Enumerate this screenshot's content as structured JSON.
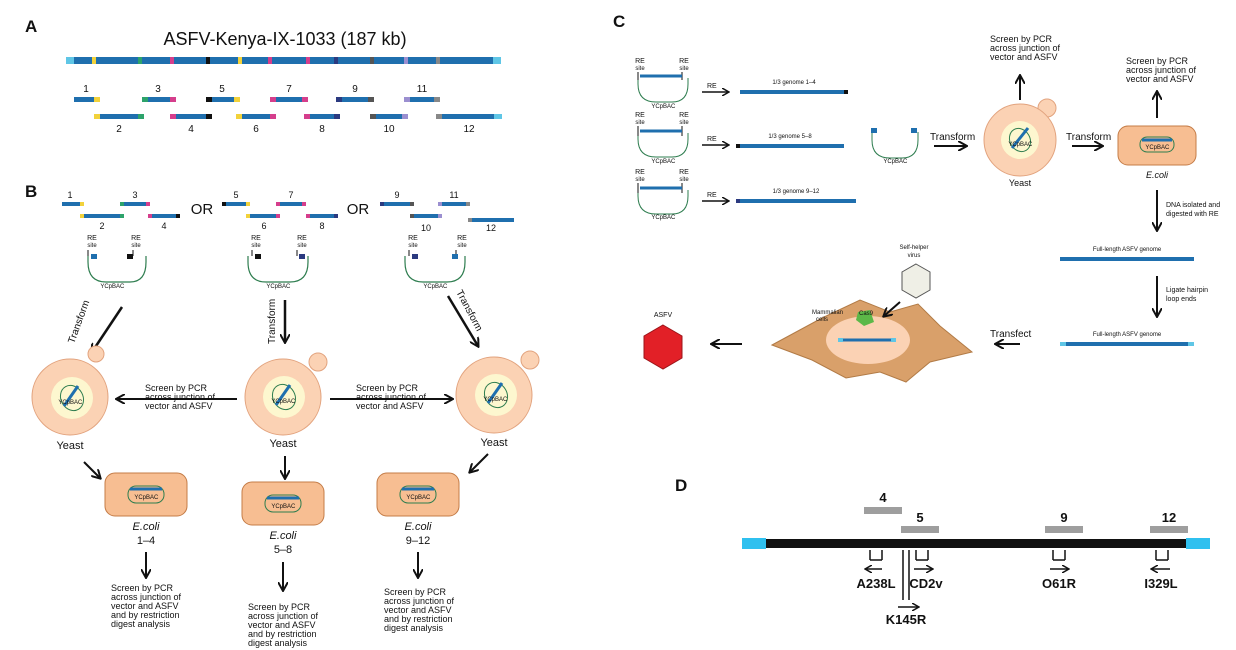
{
  "panels": {
    "A": "A",
    "B": "B",
    "C": "C",
    "D": "D"
  },
  "A": {
    "title": "ASFV-Kenya-IX-1033 (187 kb)",
    "fragments": [
      "1",
      "2",
      "3",
      "4",
      "5",
      "6",
      "7",
      "8",
      "9",
      "10",
      "11",
      "12"
    ]
  },
  "B": {
    "or_label": "OR",
    "vector": "YCp",
    "vector_sub": "BAC",
    "re": "RE",
    "site": "site",
    "transform": "Transform",
    "yeast": "Yeast",
    "ecoli": "E.coli",
    "screen_pcr": [
      "Screen by PCR",
      "across junction of",
      "vector and ASFV"
    ],
    "screen_digest": [
      "Screen by PCR",
      "across junction of",
      "vector and ASFV",
      "and by restriction",
      "digest analysis"
    ],
    "groups": [
      {
        "left_top": "1",
        "mid_top": "3",
        "left_bottom": "2",
        "right_bottom": "4",
        "range": "1–4"
      },
      {
        "left_top": "5",
        "mid_top": "7",
        "left_bottom": "6",
        "right_bottom": "8",
        "range": "5–8"
      },
      {
        "left_top": "9",
        "mid_top": "11",
        "left_bottom": "10",
        "right_bottom": "12",
        "range": "9–12"
      }
    ]
  },
  "C": {
    "re": "RE",
    "site": "site",
    "vector": "YCp",
    "vector_sub": "BAC",
    "thirds": [
      "1/3 genome 1–4",
      "1/3 genome 5–8",
      "1/3 genome 9–12"
    ],
    "transform": "Transform",
    "yeast": "Yeast",
    "ecoli": "E.coli",
    "screen_pcr": [
      "Screen by PCR",
      "across junction of",
      "vector and ASFV"
    ],
    "dna_isolated": [
      "DNA isolated and",
      "digested with RE"
    ],
    "full_length": "Full-length ASFV genome",
    "ligate": [
      "Ligate hairpin",
      "loop ends"
    ],
    "transfect": "Transfect",
    "helper": [
      "Self-helper",
      "virus"
    ],
    "mammalian": [
      "Mammalian",
      "cells"
    ],
    "cas9": "Cas9",
    "asfv": "ASFV"
  },
  "D": {
    "fragments": [
      "4",
      "5",
      "9",
      "12"
    ],
    "genes": [
      "A238L",
      "CD2v",
      "K145R",
      "O61R",
      "I329L"
    ]
  },
  "colors": {
    "genome_blue": "#1f6fae",
    "end_cyan": "#5fc6e6",
    "yeast_fill": "#fbd2b4",
    "yeast_stroke": "#e2a37e",
    "nucleus": "#fdf7cf",
    "ecoli_fill": "#f7be92",
    "ecoli_stroke": "#c47c47",
    "plasmid_green": "#2e7d4f",
    "mammalian_cell": "#d9a06a",
    "asfv_red": "#e22027",
    "cas9_green": "#5cb848",
    "grey_fragment": "#9e9e9e",
    "black_genome": "#111111"
  }
}
